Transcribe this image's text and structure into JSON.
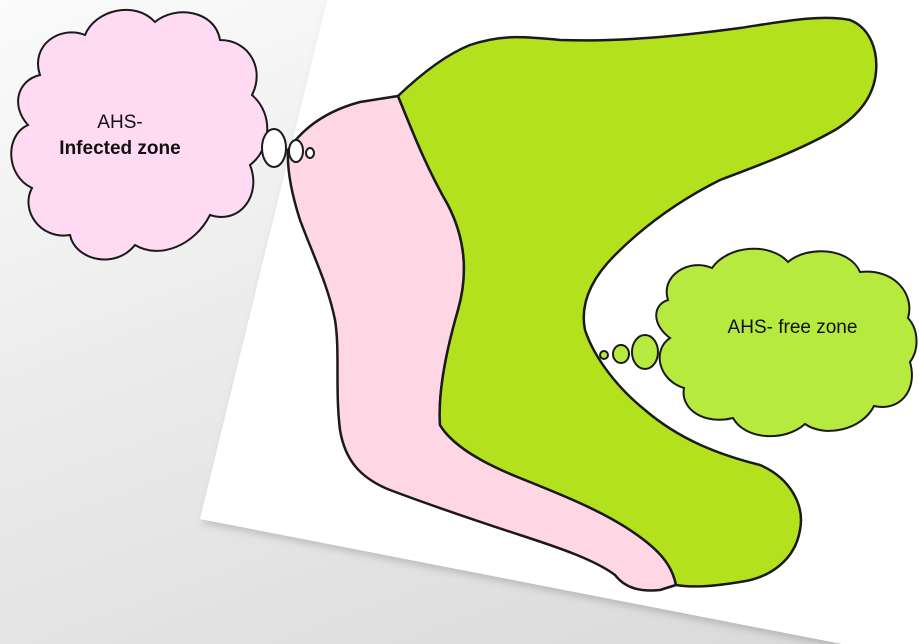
{
  "colors": {
    "background": "#e6e6e6",
    "paper": "#ffffff",
    "infected_fill": "#ffd6e3",
    "free_fill": "#b4e11e",
    "infected_bubble": "#ffdaf3",
    "free_bubble": "#b7ea3e",
    "outline": "#1a1a1a"
  },
  "infected_bubble": {
    "line1": "AHS-",
    "line2": "Infected zone"
  },
  "free_bubble": {
    "text": "AHS- free zone"
  }
}
